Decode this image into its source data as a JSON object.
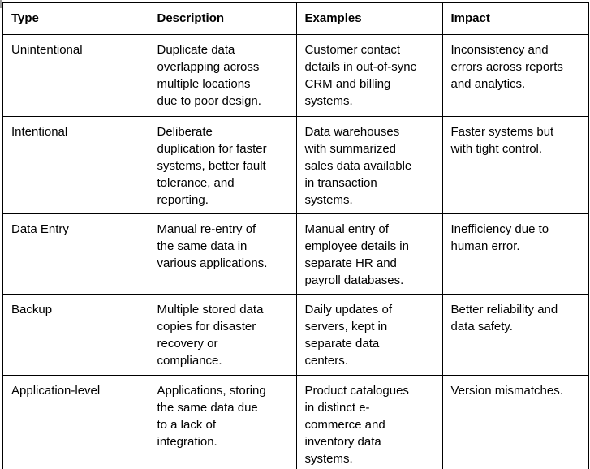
{
  "colors": {
    "border": "#000000",
    "text": "#000000",
    "background": "#ffffff"
  },
  "table": {
    "columns": {
      "type": "Type",
      "description": "Description",
      "examples": "Examples",
      "impact": "Impact"
    },
    "rows": [
      {
        "type": "Unintentional",
        "description": "Duplicate data\noverlapping across\nmultiple locations\ndue to poor design.",
        "examples": "Customer contact\ndetails in out-of-sync\nCRM and billing\nsystems.",
        "impact": "Inconsistency and\nerrors across reports\nand analytics."
      },
      {
        "type": "Intentional",
        "description": "Deliberate\nduplication for faster\nsystems, better fault\ntolerance, and\nreporting.",
        "examples": "Data warehouses\nwith summarized\nsales data available\nin transaction\nsystems.",
        "impact": "Faster systems but\nwith tight control."
      },
      {
        "type": "Data Entry",
        "description": "Manual re-entry of\nthe same data in\nvarious applications.",
        "examples": "Manual entry of\nemployee details in\nseparate HR and\npayroll databases.",
        "impact": "Inefficiency due to\nhuman error."
      },
      {
        "type": "Backup",
        "description": "Multiple stored data\ncopies for disaster\nrecovery or\ncompliance.",
        "examples": "Daily updates of\nservers, kept in\nseparate data\ncenters.",
        "impact": "Better reliability and\ndata safety."
      },
      {
        "type": "Application-level",
        "description": "Applications, storing\nthe same data due\nto a lack of\nintegration.",
        "examples": "Product catalogues\nin distinct e-\ncommerce and\ninventory data\nsystems.",
        "impact": "Version mismatches."
      }
    ]
  }
}
